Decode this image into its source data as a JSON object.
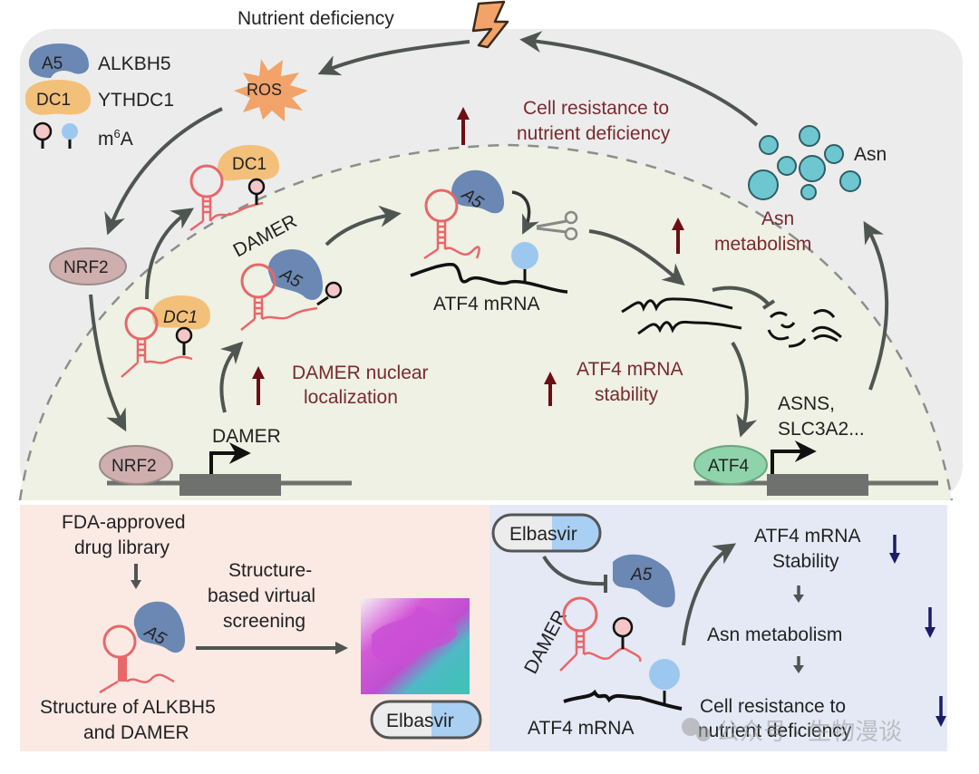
{
  "title": "ALKBH5–DAMER–ATF4 axis in nutrient deficiency and Elbasvir inhibition",
  "colors": {
    "outer_bg": "#ececec",
    "nucleus_bg": "#eef1e3",
    "left_panel_bg": "#fbe9e4",
    "right_panel_bg": "#e5e9f5",
    "alkbh5": "#6b87b3",
    "ythdc1": "#f3c07a",
    "ros": "#f1a36a",
    "nrf2": "#cfaeae",
    "atf4": "#8fd3aa",
    "asn": "#6ec6d0",
    "rna": "#e8676a",
    "m6a_pink": "#f5c6c8",
    "m6a_blue": "#9cc8f0",
    "up_arrow": "#6b0f14",
    "down_arrow": "#1b1b6b",
    "arrow_gray": "#4f5551",
    "gene_box": "#6f716f"
  },
  "legend": {
    "a5_badge": "A5",
    "a5_label": "ALKBH5",
    "dc1_badge": "DC1",
    "dc1_label": "YTHDC1",
    "m6a_label_base": "m",
    "m6a_label_sup": "6",
    "m6a_label_end": "A"
  },
  "top": {
    "nutrient_deficiency": "Nutrient deficiency",
    "lightning_icon": "lightning-bolt",
    "ros": "ROS",
    "cell_resistance_line1": "Cell resistance to",
    "cell_resistance_line2": "nutrient deficiency",
    "asn": "Asn",
    "asn_metabolism_line1": "Asn",
    "asn_metabolism_line2": "metabolism"
  },
  "nucleus": {
    "nrf2_cyto": "NRF2",
    "nrf2_dna": "NRF2",
    "dc1_top": "DC1",
    "dc1_nuc": "DC1",
    "damer_label": "DAMER",
    "a5_nuc": "A5",
    "a5_mrna": "A5",
    "scissors_icon": "scissors",
    "atf4_mrna": "ATF4 mRNA",
    "damer_nuclear_line1": "DAMER nuclear",
    "damer_nuclear_line2": "localization",
    "atf4_stability_line1": "ATF4 mRNA",
    "atf4_stability_line2": "stability",
    "damer_gene": "DAMER",
    "atf4_protein": "ATF4",
    "target_genes_line1": "ASNS,",
    "target_genes_line2": "SLC3A2..."
  },
  "left_panel": {
    "fda_line1": "FDA-approved",
    "fda_line2": "drug library",
    "a5": "A5",
    "screening_line1": "Structure-",
    "screening_line2": "based virtual",
    "screening_line3": "screening",
    "structure_line1": "Structure of ALKBH5",
    "structure_line2": "and DAMER",
    "drug_pill": "Elbasvir"
  },
  "right_panel": {
    "drug_pill": "Elbasvir",
    "a5": "A5",
    "damer": "DAMER",
    "atf4_mrna": "ATF4 mRNA",
    "effects": [
      {
        "line1": "ATF4 mRNA",
        "line2": "Stability",
        "trend": "down"
      },
      {
        "line1": "Asn metabolism",
        "line2": "",
        "trend": "down"
      },
      {
        "line1": "Cell resistance to",
        "line2": "nutrient deficiency",
        "trend": "down"
      }
    ]
  },
  "watermark": "公众号 · 生物漫谈"
}
